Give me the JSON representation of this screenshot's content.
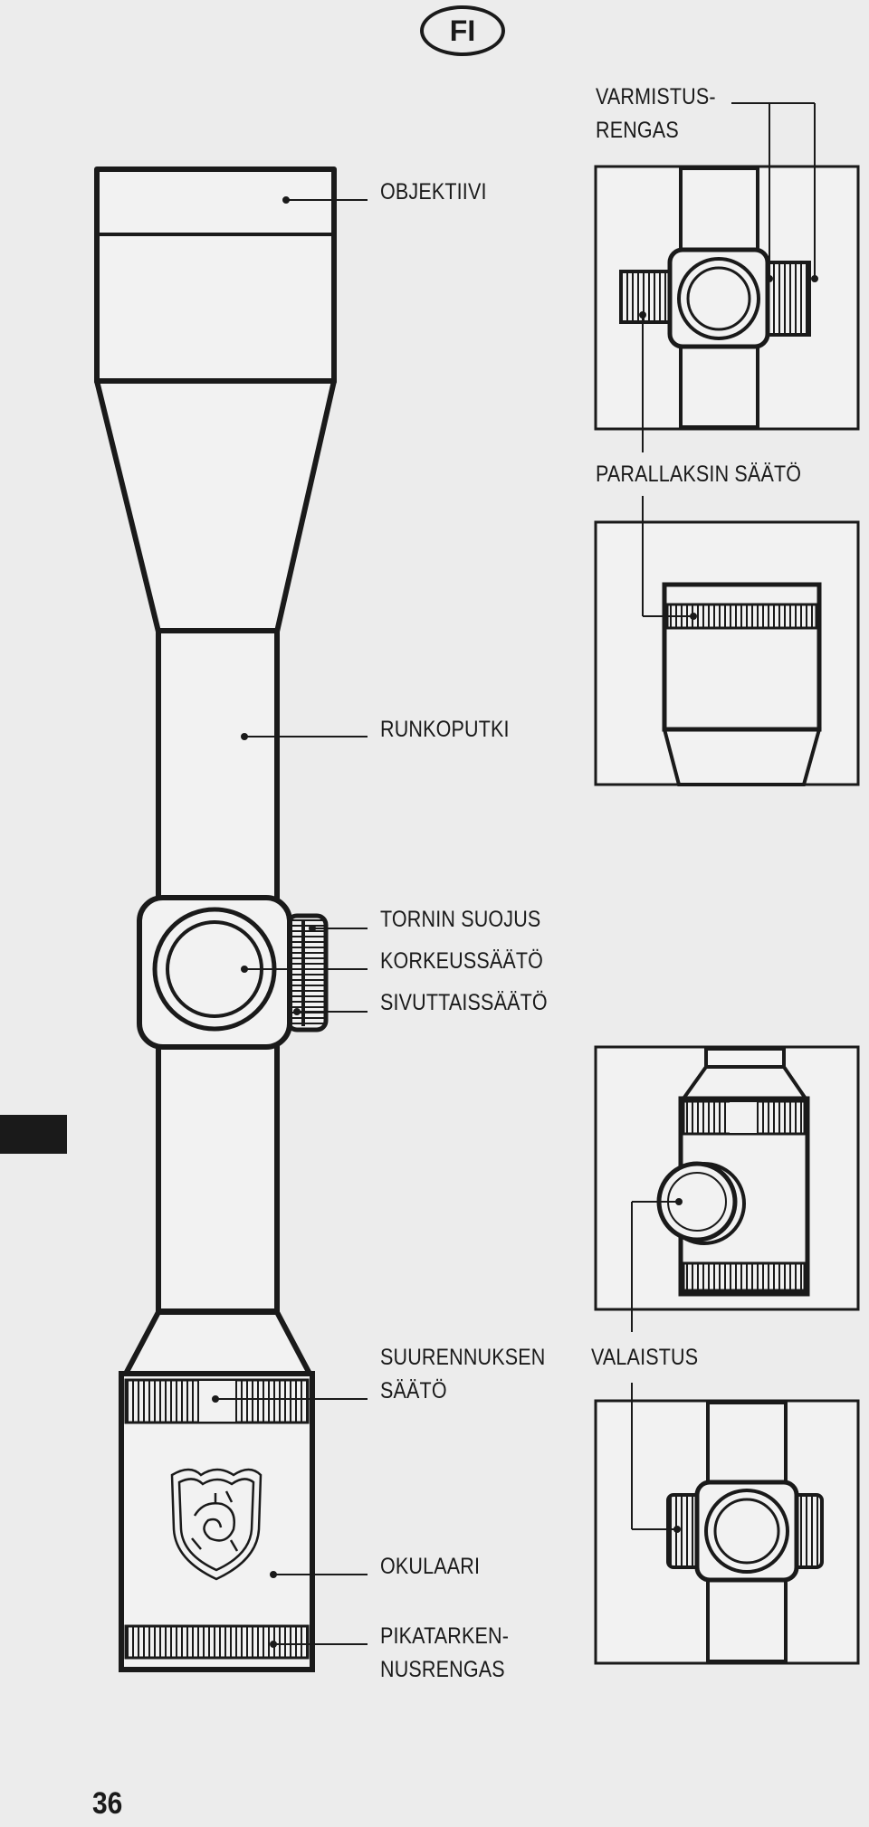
{
  "header": {
    "language": "FI"
  },
  "labels": {
    "objektiivi": "OBJEKTIIVI",
    "runkoputki": "RUNKOPUTKI",
    "tornin_suojus": "TORNIN SUOJUS",
    "korkeussaato": "KORKEUSSÄÄTÖ",
    "sivuttaissaato": "SIVUTTAISSÄÄTÖ",
    "suurennuksen_1": "SUURENNUKSEN",
    "suurennuksen_2": "SÄÄTÖ",
    "okulaari": "OKULAARI",
    "pikatarken_1": "PIKATARKEN-",
    "pikatarken_2": "NUSRENGAS",
    "varmistus_1": "VARMISTUS-",
    "varmistus_2": "RENGAS",
    "parallaksin": "PARALLAKSIN SÄÄTÖ",
    "valaistus": "VALAISTUS"
  },
  "footer": {
    "page_number": "36"
  },
  "colors": {
    "ink": "#1a1a1a",
    "paper": "#ececec",
    "fill": "#f2f2f2"
  }
}
